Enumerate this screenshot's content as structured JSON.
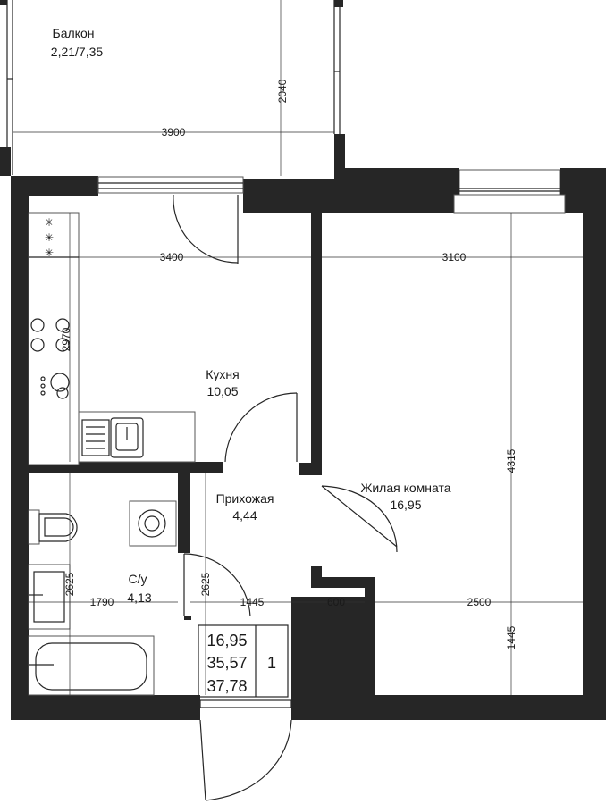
{
  "rooms": {
    "balcony": {
      "name": "Балкон",
      "area": "2,21/7,35"
    },
    "kitchen": {
      "name": "Кухня",
      "area": "10,05"
    },
    "hallway": {
      "name": "Прихожая",
      "area": "4,44"
    },
    "living": {
      "name": "Жилая комната",
      "area": "16,95"
    },
    "bathroom": {
      "name": "С/у",
      "area": "4,13"
    }
  },
  "dimensions": {
    "balcony_width": "3900",
    "balcony_depth": "2040",
    "kitchen_width": "3400",
    "kitchen_depth": "2970",
    "living_width": "3100",
    "living_depth": "4315",
    "living_lower_width": "2500",
    "living_lower_depth": "1445",
    "bath_width": "1790",
    "bath_depth": "2625",
    "hall_depth": "2625",
    "hall_width": "1445",
    "partition": "600"
  },
  "summary": {
    "living_area": "16,95",
    "total_area": "35,57",
    "total_with_balcony": "37,78",
    "rooms_count": "1"
  },
  "colors": {
    "wall": "#262626",
    "background": "#ffffff"
  }
}
